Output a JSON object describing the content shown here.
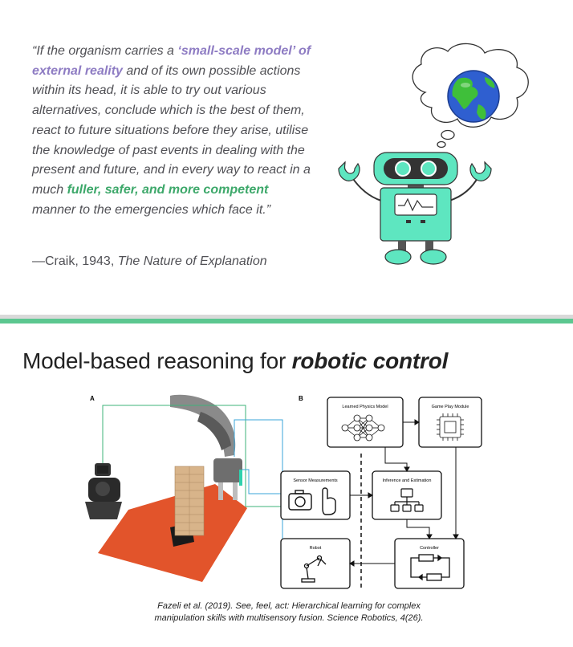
{
  "quote": {
    "open_mark": "“",
    "part1": "If the organism carries a ",
    "highlight1": "‘small-scale model’ of external reality",
    "part2": " and of its own possible actions within its head, it is able to try out various alternatives, conclude which is the best of them, react to future situations before they arise, utilise the knowledge of past events in dealing with the present and future, and in every way to react in a much ",
    "highlight2": "fuller, safer, and more competent",
    "part3": " manner to the emergencies which face it.",
    "close_mark": "”"
  },
  "attribution": {
    "prefix": "—Craik, 1943, ",
    "work": "The Nature of Explanation"
  },
  "heading": {
    "plain": "Model-based reasoning for ",
    "emphasis": "robotic control"
  },
  "figure": {
    "panel_a": "A",
    "panel_b": "B",
    "boxes": {
      "physics": "Learned Physics Model",
      "game": "Game Play Module",
      "sensor": "Sensor Measurements",
      "inference": "Inference and Estimation",
      "robot": "Robot",
      "controller": "Controller"
    }
  },
  "caption": {
    "line1": "Fazeli et al. (2019). See, feel, act: Hierarchical learning for complex",
    "line2": "manipulation skills with multisensory fusion. Science Robotics, 4(26)."
  },
  "colors": {
    "purple": "#8e7cc3",
    "green": "#3da86a",
    "robot_teal": "#5ee6c0",
    "bar_green": "#5cc790",
    "line_green": "#3db37a",
    "line_blue": "#3aa6d8"
  }
}
